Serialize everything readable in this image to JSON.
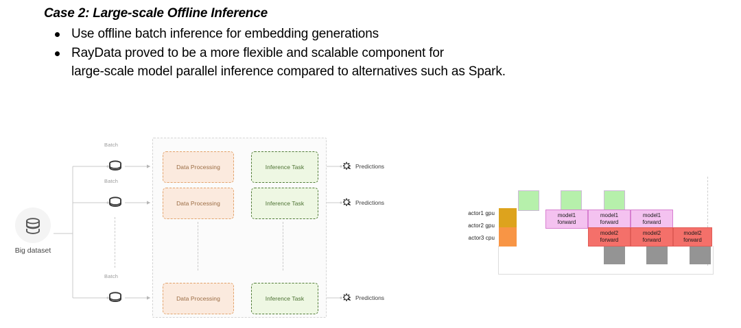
{
  "slide": {
    "title": "Case 2: Large-scale Offline Inference",
    "bullets": [
      {
        "lines": [
          "Use offline batch inference for embedding generations"
        ]
      },
      {
        "lines": [
          "RayData proved to be a more flexible and scalable component for",
          "large-scale model parallel inference compared to alternatives such as Spark."
        ]
      }
    ]
  },
  "left_diagram": {
    "source": {
      "label": "Big dataset",
      "icon": "database-icon"
    },
    "batches": [
      {
        "label": "Batch",
        "icon": "database-cylinder-icon"
      },
      {
        "label": "Batch",
        "icon": "database-cylinder-icon"
      },
      {
        "label": "Batch",
        "icon": "database-cylinder-icon"
      }
    ],
    "stages": {
      "processing_label": "Data Processing",
      "inference_label": "Inference Task",
      "output_label": "Predictions",
      "output_icon": "sparkle-cursor-icon"
    },
    "rows": [
      {
        "processing": "Data Processing",
        "inference": "Inference Task",
        "output": "Predictions"
      },
      {
        "processing": "Data Processing",
        "inference": "Inference Task",
        "output": "Predictions"
      },
      {
        "processing": "Data Processing",
        "inference": "Inference Task",
        "output": "Predictions"
      }
    ],
    "colors": {
      "processing_fill": "#fbeade",
      "processing_border": "#e2a26a",
      "inference_fill": "#eef7e3",
      "inference_border": "#4f7a35",
      "container_border": "#d4d4d4"
    }
  },
  "right_diagram": {
    "actors": [
      {
        "label": "actor1 gpu"
      },
      {
        "label": "actor2 gpu"
      },
      {
        "label": "actor3 cpu"
      }
    ],
    "legend_blocks": [
      {
        "name": "actor1-gpu-swatch",
        "color": "#dda31d"
      },
      {
        "name": "actor2-gpu-swatch",
        "color": "#f89545"
      }
    ],
    "tasks": {
      "model1": "model1\nforward",
      "model1_line1": "model1",
      "model1_line2": "forward",
      "model2_line1": "model2",
      "model2_line2": "forward"
    },
    "model1_blocks": [
      {
        "line1": "model1",
        "line2": "forward"
      },
      {
        "line1": "model1",
        "line2": "forward"
      },
      {
        "line1": "model1",
        "line2": "forward"
      }
    ],
    "model2_blocks": [
      {
        "line1": "model2",
        "line2": "forward"
      },
      {
        "line1": "model2",
        "line2": "forward"
      },
      {
        "line1": "model2",
        "line2": "forward"
      }
    ],
    "green_blocks": 3,
    "gray_blocks": 3,
    "colors": {
      "green": "#b6f0ab",
      "pink": "#f4c2f0",
      "red": "#f4706a",
      "gray": "#949494",
      "gold": "#dda31d",
      "orange": "#f89545"
    }
  }
}
